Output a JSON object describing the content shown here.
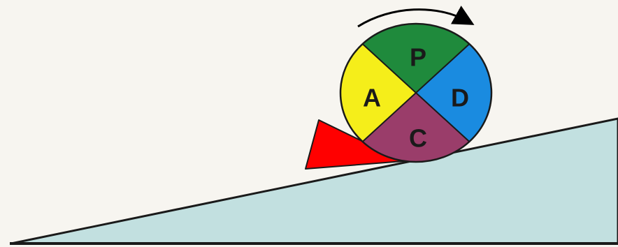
{
  "diagram": {
    "wheel": {
      "segments": [
        {
          "key": "top",
          "label": "P",
          "color": "#1f8a3c"
        },
        {
          "key": "right",
          "label": "D",
          "color": "#1a8be0"
        },
        {
          "key": "bottom",
          "label": "C",
          "color": "#9a3d6a"
        },
        {
          "key": "left",
          "label": "A",
          "color": "#f5ee1a"
        }
      ],
      "outline_color": "#000000"
    },
    "slope_color": "#c2e0e0",
    "wedge_color": "#ff0000",
    "background": "#f7f5f0",
    "arrow": "clockwise-arrow"
  }
}
